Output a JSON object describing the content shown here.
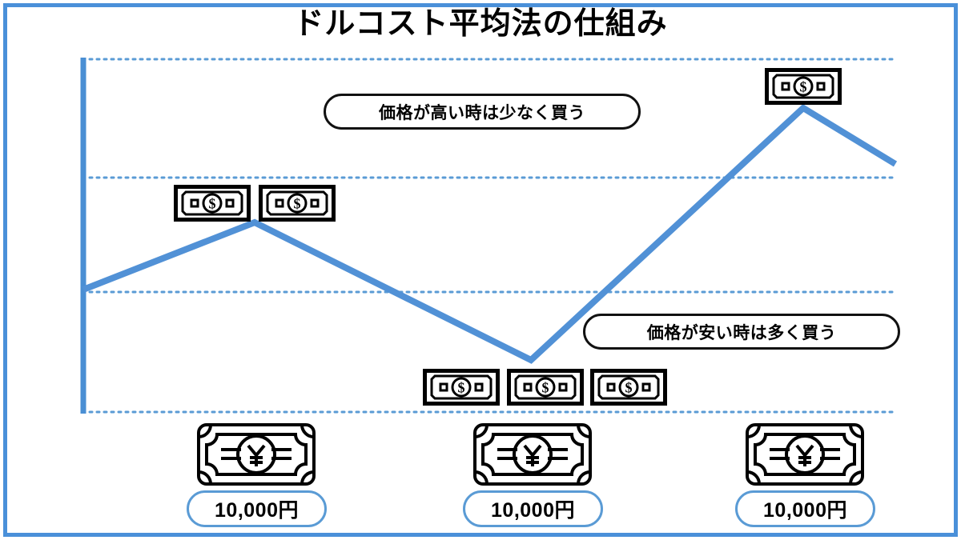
{
  "slide": {
    "title": "ドルコスト平均法の仕組み",
    "frame_color": "#4a90d9",
    "background": "#ffffff"
  },
  "callouts": [
    {
      "id": "high",
      "text": "価格が高い時は少なく買う"
    },
    {
      "id": "low",
      "text": "価格が安い時は多く買う"
    }
  ],
  "amount_pills": [
    {
      "label": "10,000円"
    },
    {
      "label": "10,000円"
    },
    {
      "label": "10,000円"
    }
  ],
  "icons": {
    "yen_bill": "yen-banknote-icon",
    "dollar_bill": "dollar-banknote-icon"
  },
  "purchase_groups": [
    {
      "period": 1,
      "price_level": "high",
      "bills_bought": 2
    },
    {
      "period": 2,
      "price_level": "low",
      "bills_bought": 3
    },
    {
      "period": 3,
      "price_level": "high",
      "bills_bought": 1
    }
  ],
  "chart_data": {
    "type": "line",
    "title": "ドルコスト平均法の仕組み",
    "xlabel": "",
    "ylabel": "",
    "grid": true,
    "legend": "none",
    "line_color": "#5191d6",
    "axis_color": "#4a8fd4",
    "gridline_color": "#5a9bd5",
    "x": [
      0,
      1,
      2,
      3,
      4
    ],
    "y": [
      3,
      4.45,
      1.3,
      6.55,
      5.1
    ],
    "ylim": [
      0,
      7
    ],
    "gridline_values": [
      7,
      5,
      3,
      0
    ],
    "series": [
      {
        "name": "価格",
        "values": [
          3,
          4.45,
          1.3,
          6.55,
          5.1
        ]
      }
    ],
    "annotations": [
      {
        "text": "価格が高い時は少なく買う",
        "near_x": 1
      },
      {
        "text": "価格が安い時は多く買う",
        "near_x": 2
      }
    ]
  }
}
